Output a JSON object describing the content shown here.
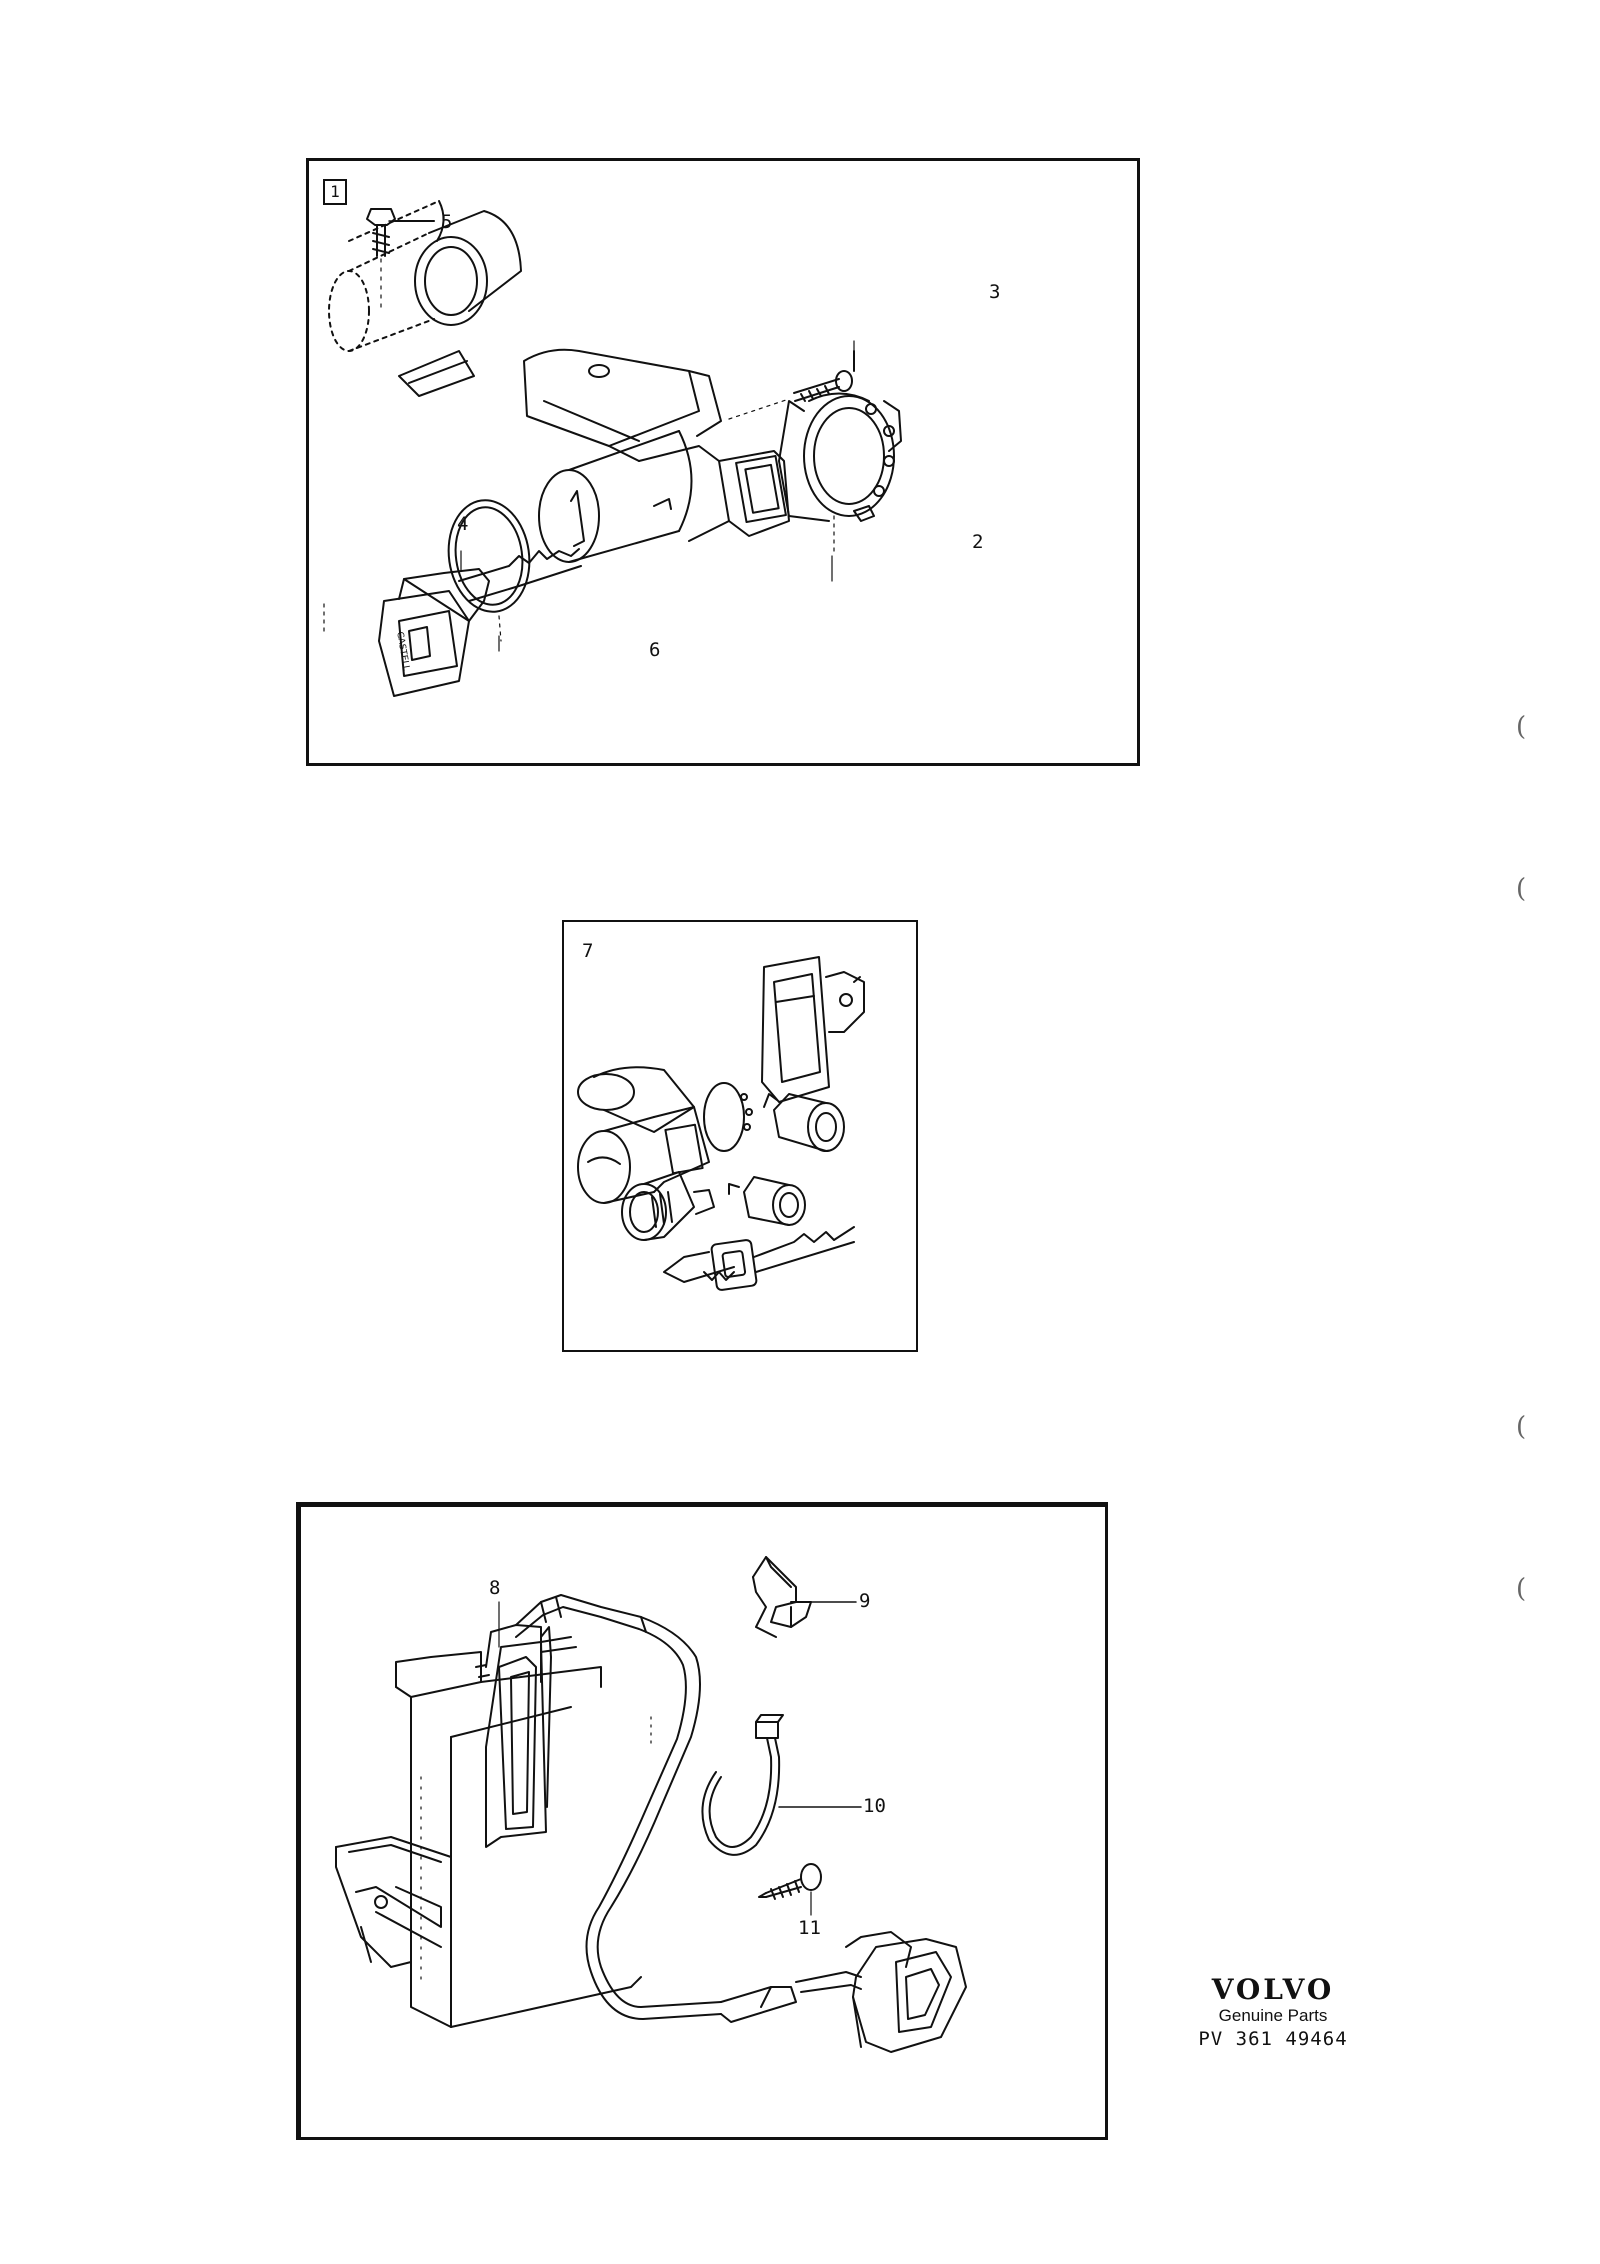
{
  "panel_top": {
    "section_number": "1",
    "callouts": {
      "c2": "2",
      "c3": "3",
      "c4": "4",
      "c5": "5",
      "c6": "6"
    },
    "stamp_text": "CASTELL"
  },
  "panel_middle": {
    "callouts": {
      "c7": "7"
    }
  },
  "panel_bottom": {
    "callouts": {
      "c8": "8",
      "c9": "9",
      "c10": "10",
      "c11": "11"
    }
  },
  "margin_marks": [
    "(",
    "(",
    "(",
    "("
  ],
  "brand": {
    "logo": "VOLVO",
    "subtitle": "Genuine Parts",
    "part_number": "PV 361 49464"
  },
  "icons": {
    "key": "key-icon",
    "ignition_lock": "ignition-lock-icon",
    "control_unit": "control-unit-icon"
  }
}
